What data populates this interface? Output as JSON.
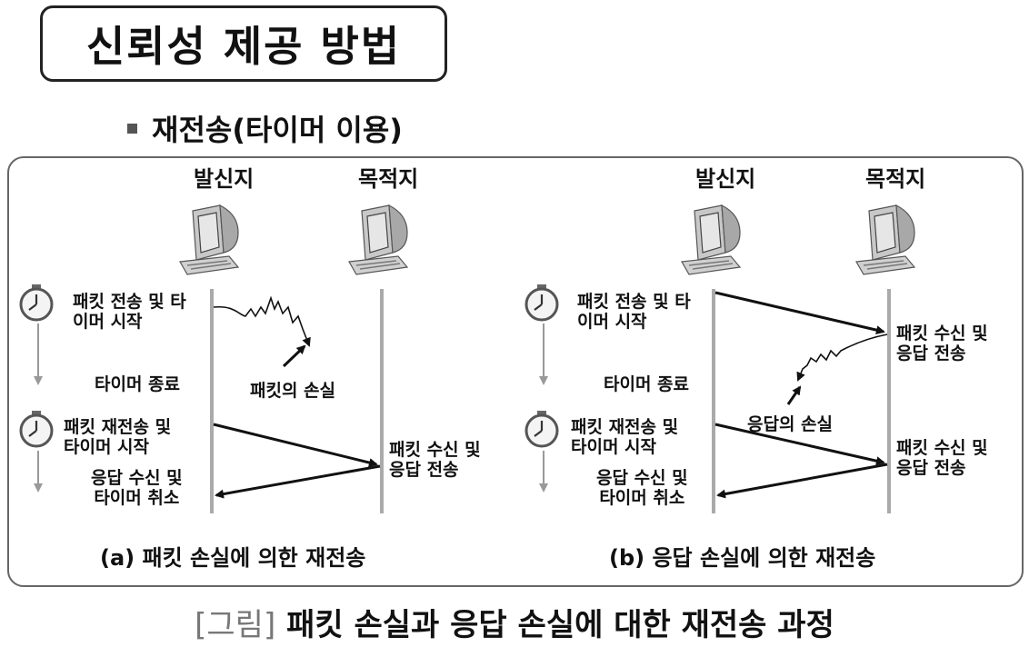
{
  "title": "신뢰성 제공 방법",
  "subtitle": "재전송(타이머 이용)",
  "panels": [
    {
      "sender": "발신지",
      "receiver": "목적지",
      "send_start": "패킷 전송 및 타\n이머 시작",
      "timeout": "타이머 종료",
      "loss_label": "패킷의 손실",
      "resend": "패킷 재전송 및\n타이머 시작",
      "recv_ack": "패킷 수신 및\n응답 전송",
      "ack_recv": "응답 수신 및\n타이머 취소",
      "caption": "(a) 패킷 손실에 의한 재전송"
    },
    {
      "sender": "발신지",
      "receiver": "목적지",
      "send_start": "패킷 전송 및 타\n이머 시작",
      "recv_ack_1": "패킷 수신 및\n응답 전송",
      "timeout": "타이머 종료",
      "loss_label": "응답의 손실",
      "resend": "패킷 재전송 및\n타이머 시작",
      "recv_ack_2": "패킷 수신 및\n응답 전송",
      "ack_recv": "응답 수신 및\n타이머 취소",
      "caption": "(b) 응답 손실에 의한 재전송"
    }
  ],
  "figure_caption": {
    "tag": "[그림]",
    "text": "패킷 손실과 응답 손실에 대한 재전송 과정"
  }
}
